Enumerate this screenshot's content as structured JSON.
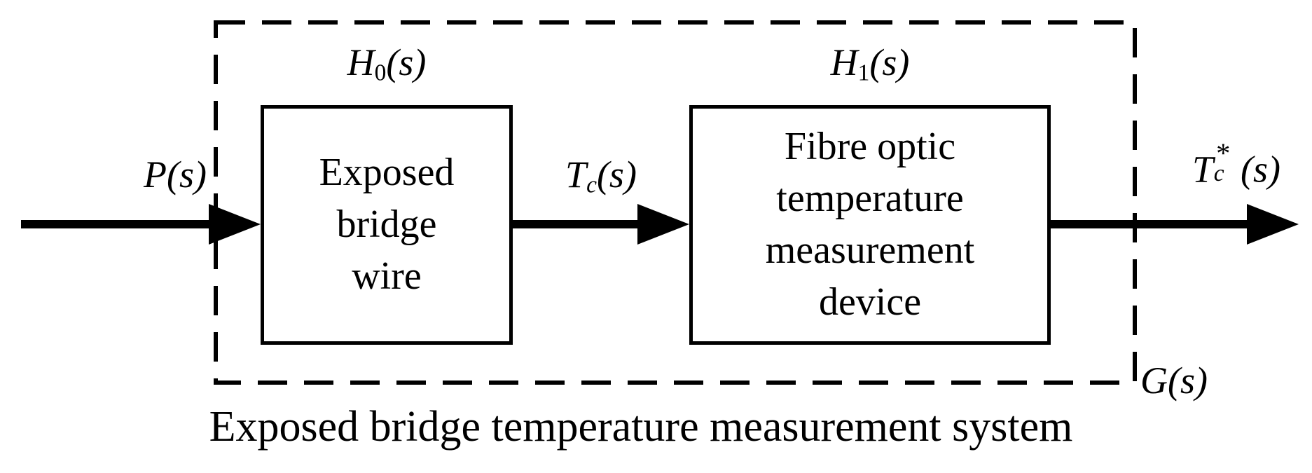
{
  "labels": {
    "input": {
      "name": "P",
      "args": "(s)"
    },
    "h0": {
      "name": "H",
      "sub": "0",
      "args": "(s)"
    },
    "h1": {
      "name": "H",
      "sub": "1",
      "args": "(s)"
    },
    "tc": {
      "name": "T",
      "sub": "c",
      "args": "(s)"
    },
    "tc_star": {
      "name": "T",
      "sub": "c",
      "sup": "*",
      "args": "(s)"
    },
    "g": {
      "name": "G",
      "args": "(s)"
    }
  },
  "blocks": {
    "bridge_wire": {
      "lines": [
        "Exposed",
        "bridge",
        "wire"
      ]
    },
    "fibre_optic": {
      "lines": [
        "Fibre optic",
        "temperature",
        "measurement",
        "device"
      ]
    }
  },
  "caption": "Exposed bridge temperature measurement system",
  "colors": {
    "line": "#000000",
    "background": "#ffffff"
  }
}
